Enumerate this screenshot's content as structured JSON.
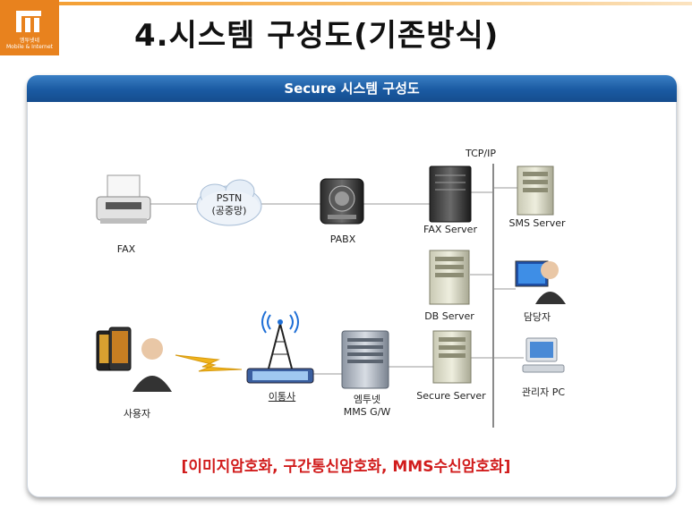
{
  "header": {
    "title": "4.시스템 구성도(기존방식)",
    "logo_text": [
      "엠투넷네",
      "Mobile & Internet"
    ]
  },
  "panel": {
    "title": "Secure 시스템 구성도"
  },
  "diagram": {
    "tcp_label": "TCP/IP",
    "fax": "FAX",
    "pstn": [
      "PSTN",
      "(공중망)"
    ],
    "pabx": "PABX",
    "fax_server": "FAX Server",
    "sms_server": "SMS Server",
    "db_server": "DB Server",
    "manager": "담당자",
    "user": "사용자",
    "carrier": "이통사",
    "mms_gw": [
      "엠투넷",
      "MMS G/W"
    ],
    "secure_server": "Secure Server",
    "admin_pc": "관리자 PC"
  },
  "footer": {
    "caption": "[이미지암호화, 구간통신암호화, MMS수신암호화]"
  },
  "colors": {
    "accent_orange": "#e8821e",
    "header_blue": "#1a5aa2",
    "caption_red": "#d11c1c"
  }
}
